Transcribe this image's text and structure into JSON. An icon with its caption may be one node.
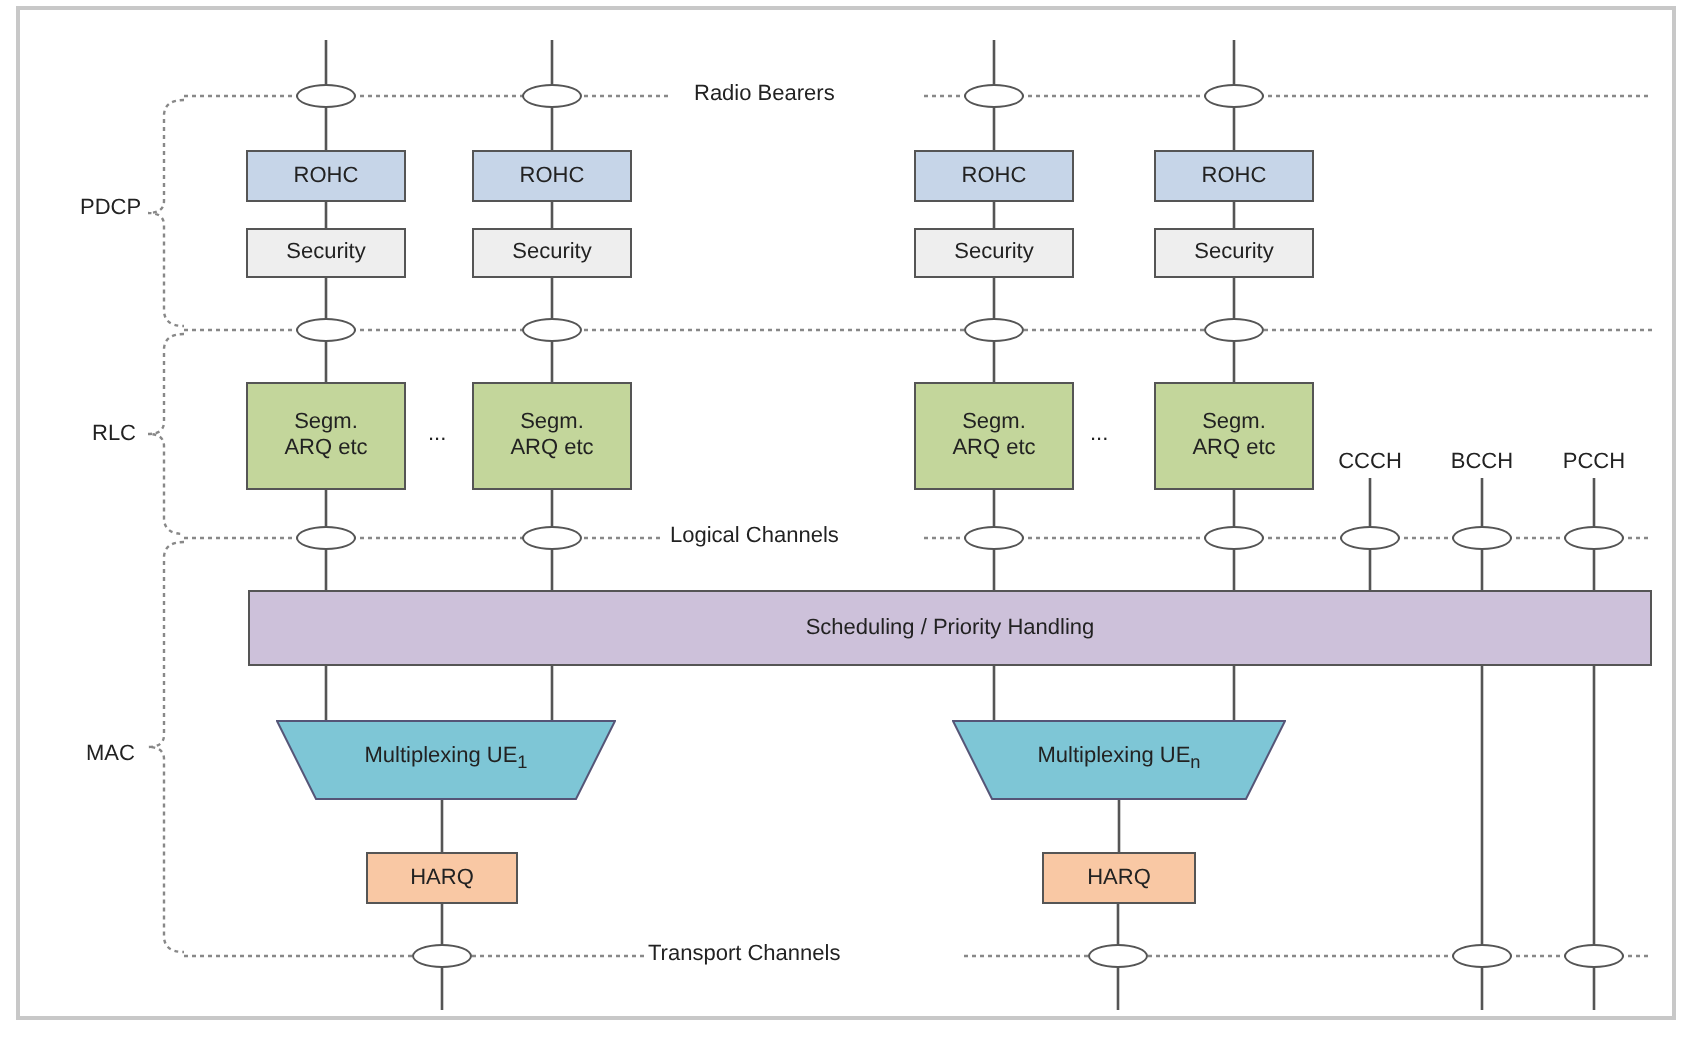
{
  "diagram": {
    "nodes": [
      {
        "text": [],
        "shape": "ellipse"
      },
      {
        "text": [],
        "shape": "ellipse"
      },
      {
        "text": [],
        "shape": "ellipse"
      },
      {
        "text": [],
        "shape": "ellipse"
      },
      {
        "text": [
          "ROHC"
        ]
      },
      {
        "text": [
          "ROHC"
        ]
      },
      {
        "text": [
          "ROHC"
        ]
      },
      {
        "text": [
          "ROHC"
        ]
      },
      {
        "text": [
          "Security"
        ]
      },
      {
        "text": [
          "Security"
        ]
      },
      {
        "text": [
          "Security"
        ]
      },
      {
        "text": [
          "Security"
        ]
      },
      {
        "text": [],
        "shape": "ellipse"
      },
      {
        "text": [],
        "shape": "ellipse"
      },
      {
        "text": [],
        "shape": "ellipse"
      },
      {
        "text": [],
        "shape": "ellipse"
      },
      {
        "text": [
          "Segm. ARQ etc"
        ]
      },
      {
        "text": [
          "Segm. ARQ etc"
        ]
      },
      {
        "text": [
          "Segm. ARQ etc"
        ]
      },
      {
        "text": [
          "Segm. ARQ etc"
        ]
      },
      {
        "text": [
          "CCCH"
        ]
      },
      {
        "text": [
          "BCCH"
        ]
      },
      {
        "text": [
          "PCCH"
        ]
      },
      {
        "text": [],
        "shape": "ellipse"
      },
      {
        "text": [],
        "shape": "ellipse"
      },
      {
        "text": [],
        "shape": "ellipse"
      },
      {
        "text": [],
        "shape": "ellipse"
      },
      {
        "text": [],
        "shape": "ellipse"
      },
      {
        "text": [],
        "shape": "ellipse"
      },
      {
        "text": [],
        "shape": "ellipse"
      },
      {
        "text": [
          "Scheduling / Priority Handling"
        ]
      },
      {
        "text": [
          "Multiplexing UE$_{1}$"
        ]
      },
      {
        "text": [
          "Multiplexing UE$_{n}$"
        ]
      },
      {
        "text": [
          "HARQ"
        ]
      },
      {
        "text": [
          "HARQ"
        ]
      },
      {
        "text": [],
        "shape": "ellipse"
      },
      {
        "text": [],
        "shape": "ellipse"
      },
      {
        "text": [],
        "shape": "ellipse"
      },
      {
        "text": [],
        "shape": "ellipse"
      }
    ],
    "edges": [
      {
        "from": null,
        "to": 0,
        "arrow": "none"
      },
      {
        "from": 0,
        "to": 4,
        "arrow": "none"
      },
      {
        "from": 4,
        "to": 8,
        "arrow": "none"
      },
      {
        "from": 8,
        "to": 12,
        "arrow": "none"
      },
      {
        "from": 12,
        "to": 16,
        "arrow": "none"
      },
      {
        "from": 16,
        "to": 23,
        "arrow": "none"
      },
      {
        "from": 23,
        "to": 30,
        "arrow": "none"
      },
      {
        "from": null,
        "to": 1,
        "arrow": "none"
      },
      {
        "from": 1,
        "to": 5,
        "arrow": "none"
      },
      {
        "from": 5,
        "to": 9,
        "arrow": "none"
      },
      {
        "from": 9,
        "to": 13,
        "arrow": "none"
      },
      {
        "from": 13,
        "to": 17,
        "arrow": "none"
      },
      {
        "from": 17,
        "to": 24,
        "arrow": "none"
      },
      {
        "from": 24,
        "to": 30,
        "arrow": "none"
      },
      {
        "from": null,
        "to": 2,
        "arrow": "none"
      },
      {
        "from": 2,
        "to": 6,
        "arrow": "none"
      },
      {
        "from": 6,
        "to": 10,
        "arrow": "none"
      },
      {
        "from": 10,
        "to": 14,
        "arrow": "none"
      },
      {
        "from": 14,
        "to": 18,
        "arrow": "none"
      },
      {
        "from": 18,
        "to": 25,
        "arrow": "none"
      },
      {
        "from": 25,
        "to": 30,
        "arrow": "none"
      },
      {
        "from": null,
        "to": 3,
        "arrow": "none"
      },
      {
        "from": 3,
        "to": 7,
        "arrow": "none"
      },
      {
        "from": 7,
        "to": 11,
        "arrow": "none"
      },
      {
        "from": 11,
        "to": 15,
        "arrow": "none"
      },
      {
        "from": 15,
        "to": 19,
        "arrow": "none"
      },
      {
        "from": 19,
        "to": 26,
        "arrow": "none"
      },
      {
        "from": 26,
        "to": 30,
        "arrow": "none"
      },
      {
        "from": 20,
        "to": 27,
        "arrow": "none"
      },
      {
        "from": 27,
        "to": 30,
        "arrow": "none"
      },
      {
        "from": 21,
        "to": 28,
        "arrow": "none"
      },
      {
        "from": 28,
        "to": 30,
        "arrow": "none"
      },
      {
        "from": 30,
        "to": 37,
        "arrow": "none"
      },
      {
        "from": 37,
        "to": null,
        "arrow": "none"
      },
      {
        "from": 22,
        "to": 29,
        "arrow": "none"
      },
      {
        "from": 29,
        "to": 30,
        "arrow": "none"
      },
      {
        "from": 30,
        "to": 38,
        "arrow": "none"
      },
      {
        "from": 38,
        "to": null,
        "arrow": "none"
      },
      {
        "from": 30,
        "to": 31,
        "arrow": "none"
      },
      {
        "from": 30,
        "to": 31,
        "arrow": "none"
      },
      {
        "from": 30,
        "to": 32,
        "arrow": "none"
      },
      {
        "from": 30,
        "to": 32,
        "arrow": "none"
      },
      {
        "from": 31,
        "to": 33,
        "arrow": "none"
      },
      {
        "from": 33,
        "to": 35,
        "arrow": "none"
      },
      {
        "from": 35,
        "to": null,
        "arrow": "none"
      },
      {
        "from": 32,
        "to": 34,
        "arrow": "none"
      },
      {
        "from": 34,
        "to": 36,
        "arrow": "none"
      },
      {
        "from": 36,
        "to": null,
        "arrow": "none"
      }
    ],
    "labels": [
      "Radio Bearers",
      "PDCP",
      "RLC",
      "...",
      "...",
      "Logical Channels",
      "MAC",
      "Transport Channels"
    ]
  }
}
